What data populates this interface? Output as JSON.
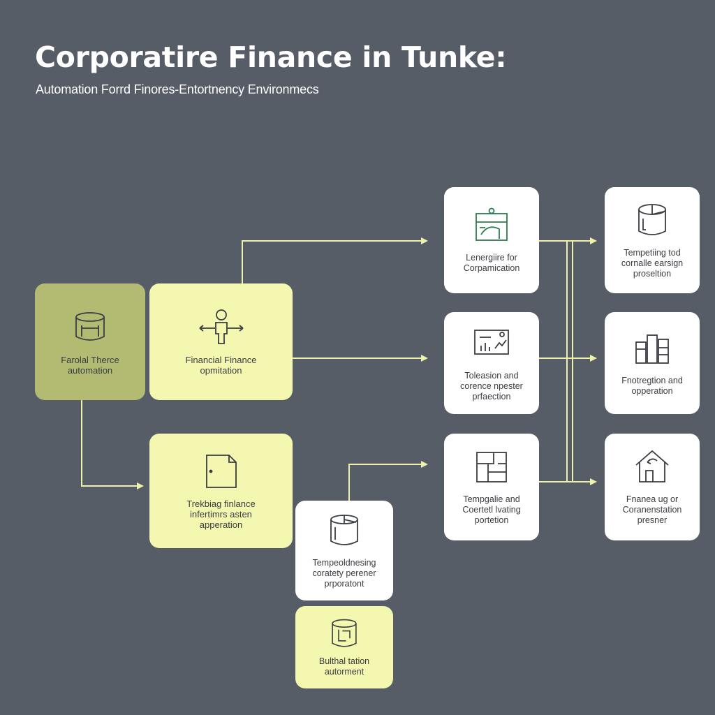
{
  "header": {
    "title": "Corporatire Finance in Tunke:",
    "subtitle": "Automation Forrd Finores-Entortnency Environmecs"
  },
  "colors": {
    "background": "#575d67",
    "olive": "#b3ba72",
    "yellow": "#f3f7b0",
    "white": "#ffffff",
    "connector": "#eef2a8",
    "icon_green": "#2f7a4d",
    "icon_dark": "#3a3d42"
  },
  "nodes": {
    "root": {
      "icon": "cylinder-icon",
      "lines": [
        "Farolal Therce",
        "automation"
      ]
    },
    "financial": {
      "icon": "person-arrows-icon",
      "lines": [
        "Financial Finance",
        "opmitation"
      ]
    },
    "tracking": {
      "icon": "document-icon",
      "lines": [
        "Trekbiag finlance",
        "infertimrs asten",
        "apperation"
      ]
    },
    "temperdol": {
      "icon": "cylinder-icon",
      "lines": [
        "Tempeoldnesing",
        "coratety perener",
        "prporatont"
      ]
    },
    "bulthal": {
      "icon": "cylinder-icon",
      "lines": [
        "Bulthal tation",
        "autorment"
      ]
    },
    "lenergiire": {
      "icon": "chart-board-icon",
      "lines": [
        "Lenergiire for",
        "Corpamication"
      ]
    },
    "toleasion": {
      "icon": "analytics-screen-icon",
      "lines": [
        "Toleasion and",
        "corence npester",
        "prfaection"
      ]
    },
    "tempgalie": {
      "icon": "grid-box-icon",
      "lines": [
        "Tempgalie and",
        "Coertetl lvating",
        "portetion"
      ]
    },
    "tempetiing": {
      "icon": "cylinder-icon",
      "lines": [
        "Tempetiing tod",
        "cornalle earsign",
        "proseltion"
      ]
    },
    "fnotregtion": {
      "icon": "buildings-icon",
      "lines": [
        "Fnotregtion and",
        "opperation"
      ]
    },
    "fnanea": {
      "icon": "house-icon",
      "lines": [
        "Fnanea ug or",
        "Coranenstation",
        "presner"
      ]
    }
  }
}
